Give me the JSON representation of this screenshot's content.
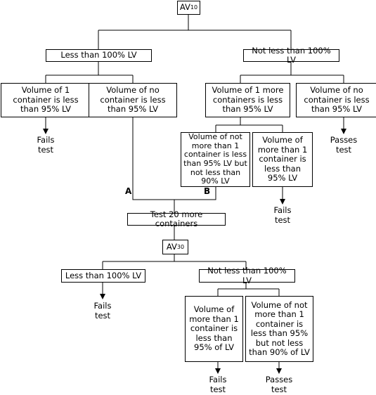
{
  "nodes": {
    "av10": {
      "label": "AV",
      "sub": "10"
    },
    "less_100": "Less than 100% LV",
    "not_less_100": "Not less than 100% LV",
    "vol_1_container": "Volume of 1 container is less than 95% LV",
    "vol_no_container_left": "Volume of no container is less than 95% LV",
    "vol_1_more_containers": "Volume of 1 more containers is less than 95% LV",
    "vol_no_container_right": "Volume of no container is less than 95% LV",
    "vol_not_more_1": "Volume of not more than 1 container is less than 95% LV but not less than 90% LV",
    "vol_more_1": "Volume of more than 1 container is less than 95% LV",
    "fails_1": "Fails test",
    "passes_1": "Passes test",
    "fails_2": "Fails test",
    "marker_a": "A",
    "marker_b": "B",
    "test_20": "Test 20 more containers",
    "av30": {
      "label": "AV",
      "sub": "30"
    },
    "less_100_b": "Less than 100% LV",
    "not_less_100_b": "Not less than 100% LV",
    "fails_3": "Fails test",
    "vol_more_1_b": "Volume of more than 1 container is less than 95% of LV",
    "vol_not_more_1_b": "Volume of not more than 1 container is less than 95% but not less than 90% of LV",
    "fails_4": "Fails test",
    "passes_2": "Passes test"
  }
}
